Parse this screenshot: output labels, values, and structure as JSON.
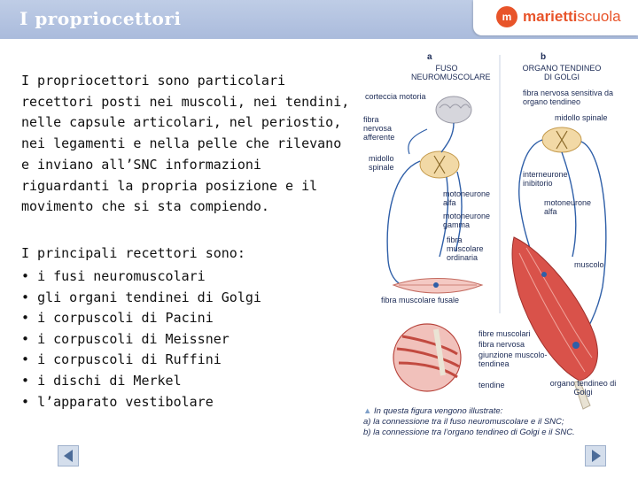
{
  "header": {
    "title": "I propriocettori"
  },
  "logo": {
    "name_bold": "marietti",
    "name_light": "scuola",
    "icon": "marietti-logo-icon"
  },
  "main": {
    "paragraph": "I propriocettori sono particolari recettori posti nei muscoli, nei tendini, nelle capsule articolari, nel periostio, nei legamenti e nella pelle che rilevano e inviano all’SNC informazioni riguardanti la propria posizione e il movimento che si sta compiendo.",
    "list_intro": "I principali recettori sono:",
    "list_items": [
      "i fusi neuromuscolari",
      "gli organi tendinei di Golgi",
      "i corpuscoli di Pacini",
      "i corpuscoli di Meissner",
      "i corpuscoli di Ruffini",
      "i dischi di Merkel",
      "l’apparato vestibolare"
    ]
  },
  "figure": {
    "panel_a": {
      "letter": "a",
      "title": "FUSO NEUROMUSCOLARE"
    },
    "panel_b": {
      "letter": "b",
      "title": "ORGANO TENDINEO DI GOLGI"
    },
    "labels": {
      "corteccia": "corteccia motoria",
      "fibra_afferente": "fibra nervosa afferente",
      "midollo_a": "midollo spinale",
      "motoneurone_alfa": "motoneurone alfa",
      "motoneurone_gamma": "motoneurone gamma",
      "fibra_ordinaria": "fibra muscolare ordinaria",
      "fibra_fusale": "fibra muscolare fusale",
      "fibra_sensitiva": "fibra nervosa sensitiva da organo tendineo",
      "midollo_b": "midollo spinale",
      "interneurone": "interneurone inibitorio",
      "motoneurone_alfa_b": "motoneurone alfa",
      "muscolo": "muscolo",
      "fibre_muscolari": "fibre muscolari",
      "fibra_nervosa": "fibra nervosa",
      "giunzione": "giunzione muscolo-tendinea",
      "tendine": "tendine",
      "organo_tendineo": "organo tendineo di Golgi"
    },
    "caption": {
      "line1": "In questa figura vengono illustrate:",
      "line2": "a) la connessione tra il fuso neuromuscolare e il SNC;",
      "line3": "b) la connessione tra l’organo tendineo di Golgi e il SNC."
    }
  },
  "nav": {
    "prev_icon": "previous-slide-arrow-icon",
    "next_icon": "next-slide-arrow-icon"
  }
}
